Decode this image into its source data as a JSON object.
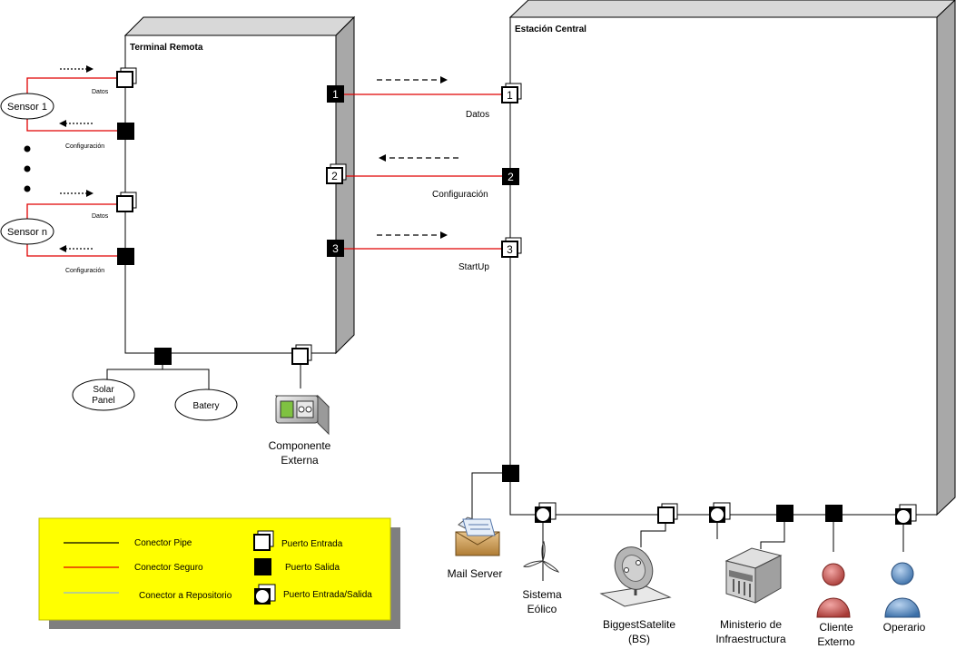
{
  "terminal_remota": {
    "title": "Terminal Remota",
    "sensor1": {
      "label": "Sensor 1",
      "datos": "Datos",
      "config": "Configuración"
    },
    "sensorn": {
      "label": "Sensor n",
      "datos": "Datos",
      "config": "Configuración"
    },
    "solar_panel": [
      "Solar",
      "Panel"
    ],
    "batery": "Batery",
    "componente_externa": [
      "Componente",
      "Externa"
    ],
    "ports": [
      "1",
      "2",
      "3"
    ]
  },
  "estacion_central": {
    "title": "Estación Central",
    "ports": [
      "1",
      "2",
      "3"
    ],
    "connections": [
      "Datos",
      "Configuración",
      "StartUp"
    ],
    "actors": {
      "mail_server": "Mail Server",
      "sistema_eolico": [
        "Sistema",
        "Eólico"
      ],
      "biggest_satelite": [
        "BiggestSatelite",
        "(BS)"
      ],
      "ministerio": [
        "Ministerio de",
        "Infraestructura"
      ],
      "cliente_externo": [
        "Cliente",
        "Externo"
      ],
      "operario": "Operario"
    }
  },
  "legend": {
    "pipe": "Conector Pipe",
    "seguro": "Conector Seguro",
    "repositorio": "Conector a Repositorio",
    "entrada": "Puerto Entrada",
    "salida": "Puerto Salida",
    "entrada_salida": "Puerto Entrada/Salida"
  },
  "colors": {
    "secure_connector": "#e00000",
    "repository_connector": "#8fb3d9",
    "legend_bg": "#ffff00",
    "box_side": "#a8a8a8",
    "cliente": "#c0504d",
    "operario": "#4f81bd"
  }
}
